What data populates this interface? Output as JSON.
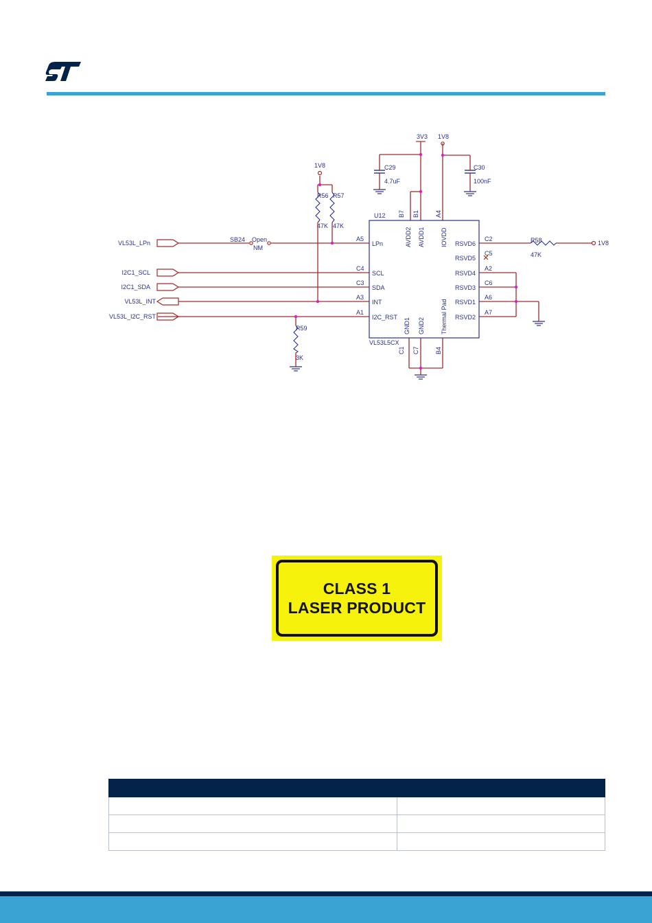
{
  "brand": {
    "logo": "ST",
    "accent_color": "#3ba2d4",
    "dark_color": "#03234b"
  },
  "schematic": {
    "supplies": {
      "v3v3": "3V3",
      "v1v8_a": "1V8",
      "v1v8_b": "1V8",
      "v1v8_c": "1V8"
    },
    "capacitors": {
      "c29_ref": "C29",
      "c29_val": "4.7uF",
      "c30_ref": "C30",
      "c30_val": "100nF"
    },
    "resistors": {
      "r56_ref": "R56",
      "r56_val": "47K",
      "r57_ref": "R57",
      "r57_val": "47K",
      "r58_ref": "R58",
      "r58_val": "47K",
      "r59_ref": "R59",
      "r59_val": "3K"
    },
    "jumper": {
      "ref": "SB24",
      "state": "Open",
      "note": "NM"
    },
    "ic": {
      "ref": "U12",
      "part": "VL53L5CX"
    },
    "top_pins": [
      {
        "num": "B7",
        "name": "AVDD2"
      },
      {
        "num": "B1",
        "name": "AVDD1"
      },
      {
        "num": "A4",
        "name": "IOVDD"
      }
    ],
    "bottom_pins": [
      {
        "num": "C1",
        "name": "GND1"
      },
      {
        "num": "C7",
        "name": "GND2"
      },
      {
        "num": "B4",
        "name": "Thermal Pad"
      }
    ],
    "left_pins": [
      {
        "num": "A5",
        "name": "LPn"
      },
      {
        "num": "C4",
        "name": "SCL"
      },
      {
        "num": "C3",
        "name": "SDA"
      },
      {
        "num": "A3",
        "name": "INT"
      },
      {
        "num": "A1",
        "name": "I2C_RST"
      }
    ],
    "right_pins": [
      {
        "num": "C2",
        "name": "RSVD6"
      },
      {
        "num": "C5",
        "name": "RSVD5"
      },
      {
        "num": "A2",
        "name": "RSVD4"
      },
      {
        "num": "C6",
        "name": "RSVD3"
      },
      {
        "num": "A6",
        "name": "RSVD1"
      },
      {
        "num": "A7",
        "name": "RSVD2"
      }
    ],
    "net_ports": [
      "VL53L_LPn",
      "I2C1_SCL",
      "I2C1_SDA",
      "VL53L_INT",
      "VL53L_I2C_RST"
    ]
  },
  "laser_label": {
    "line1": "CLASS 1",
    "line2": "LASER PRODUCT"
  },
  "table": {
    "rows": [
      [
        "",
        ""
      ],
      [
        "",
        ""
      ],
      [
        "",
        ""
      ]
    ]
  }
}
